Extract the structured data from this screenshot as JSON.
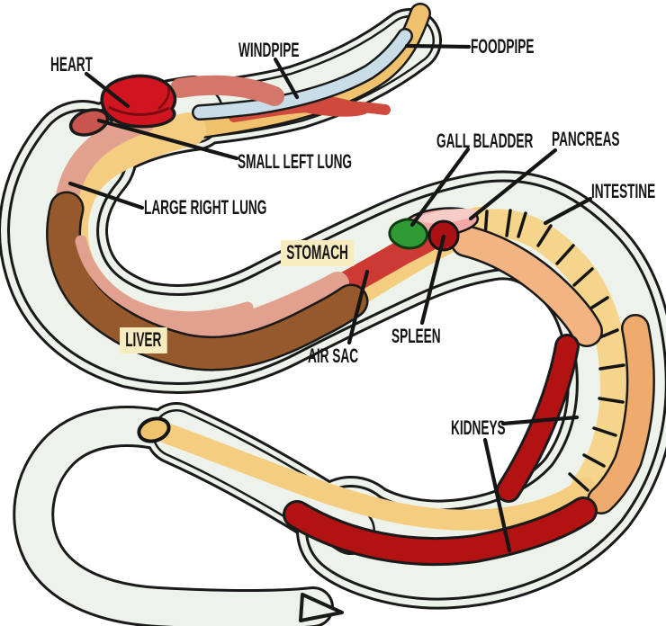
{
  "title": "Snake internal anatomy diagram",
  "labels": {
    "heart": "HEART",
    "windpipe": "WINDPIPE",
    "foodpipe": "FOODPIPE",
    "small_left_lung": "SMALL LEFT LUNG",
    "large_right_lung": "LARGE RIGHT LUNG",
    "gall_bladder": "GALL BLADDER",
    "pancreas": "PANCREAS",
    "intestine": "INTESTINE",
    "stomach": "STOMACH",
    "liver": "LIVER",
    "air_sac": "AIR SAC",
    "spleen": "SPLEEN",
    "kidneys": "KIDNEYS"
  },
  "colors": {
    "background": "#ffffff",
    "outline": "#1a1a1a",
    "body_fill": "#edf3ea",
    "foodpipe_yellow": "#f0c26e",
    "tract_yellow": "#f4cd80",
    "intestine_yellow": "#f5d48c",
    "windpipe_blue": "#c9dde9",
    "lung_pink": "#e2a18f",
    "lung_salmon": "#d4766a",
    "esophagus_red": "#cf4a3c",
    "liver_brown": "#96592b",
    "heart_red": "#d01420",
    "small_left_lung_red": "#c9564e",
    "stomach_red": "#cc3a33",
    "gall_bladder_green": "#2f9a33",
    "spleen_red": "#ab1014",
    "pancreas_pink": "#f2a9a6",
    "pancreas_light_pink": "#f6cdc6",
    "kidney_red": "#b31212",
    "fat_body_tan": "#f3b483",
    "fat_body_orange": "#efaa6e",
    "vent_yellow": "#f0c46e",
    "label_text": "#141414",
    "label_highlight": "#f7ecc0",
    "leader_line": "#151515"
  }
}
